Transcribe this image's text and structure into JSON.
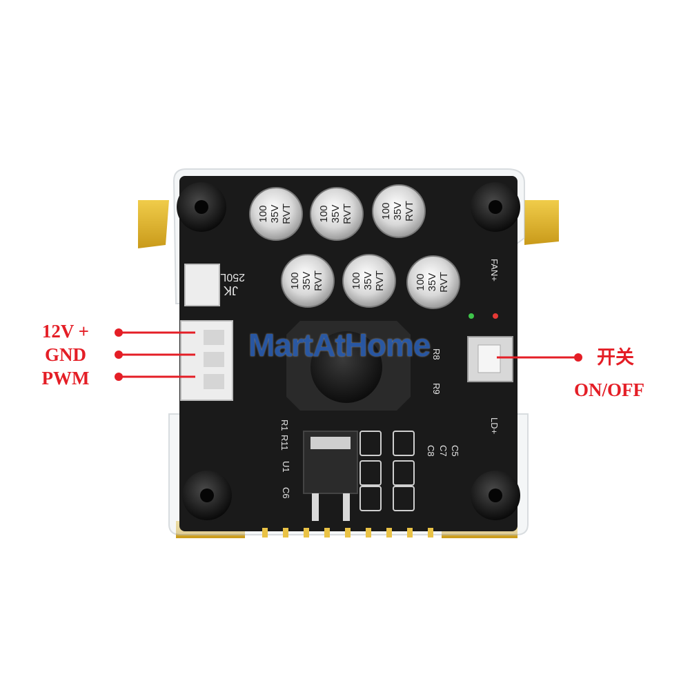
{
  "connector_labels": {
    "vin": "12V +",
    "gnd": "GND",
    "pwm": "PWM"
  },
  "switch_labels": {
    "cn": "开关",
    "en": "ON/OFF"
  },
  "watermark": "MartAtHome",
  "capacitors": [
    {
      "value": "100",
      "voltage": "35V",
      "series": "RVT"
    },
    {
      "value": "100",
      "voltage": "35V",
      "series": "RVT"
    },
    {
      "value": "100",
      "voltage": "35V",
      "series": "RVT"
    },
    {
      "value": "100",
      "voltage": "35V",
      "series": "RVT"
    },
    {
      "value": "100",
      "voltage": "35V",
      "series": "RVT"
    },
    {
      "value": "100",
      "voltage": "35V",
      "series": "RVT"
    }
  ],
  "silkscreen": {
    "jk": "JK",
    "jk_code": "250L",
    "r1": "R1",
    "r11": "R11",
    "u1": "U1",
    "c6": "C6",
    "c5": "C5",
    "c7": "C7",
    "c8": "C8",
    "r9": "R9",
    "r8": "R8",
    "ld": "LD+",
    "fan": "FAN+"
  },
  "colors": {
    "label_red": "#e41e26",
    "watermark_blue": "#2a5db0",
    "pcb_black": "#1a1a1a",
    "brass_yellow": "#e2b52b"
  }
}
